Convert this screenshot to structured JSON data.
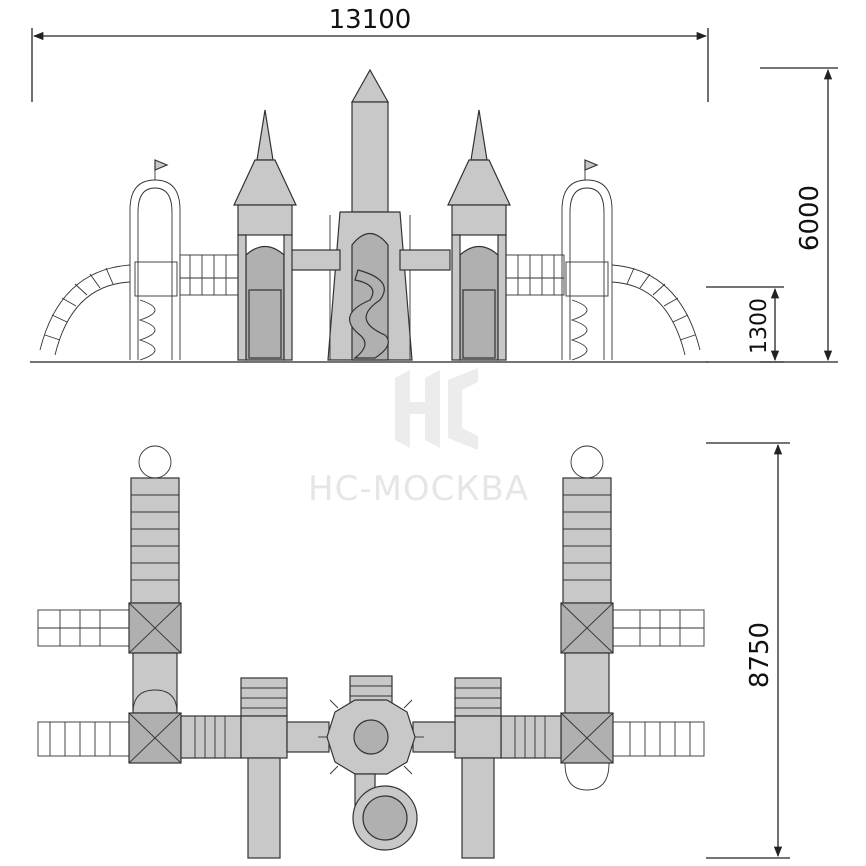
{
  "dimensions": {
    "total_width": "13100",
    "total_height": "6000",
    "platform_height": "1300",
    "total_depth": "8750"
  },
  "watermark": {
    "text": "HC-МОСКВА"
  },
  "colors": {
    "part_fill": "#c8c8c8",
    "line": "#222222",
    "watermark": "#e6e6e6"
  }
}
